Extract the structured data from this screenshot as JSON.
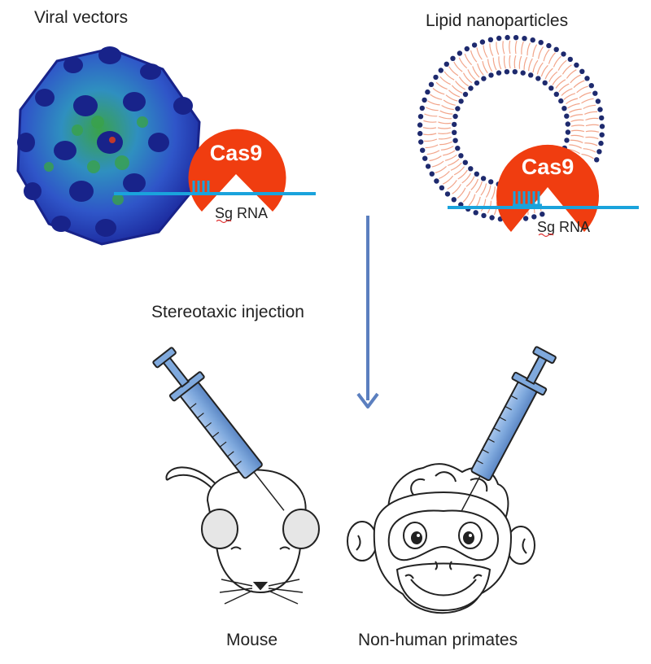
{
  "labels": {
    "viral_vectors": "Viral vectors",
    "lipid_nanoparticles": "Lipid nanoparticles",
    "cas9": "Cas9",
    "sg_rna": "Sg RNA",
    "injection": "Stereotaxic injection",
    "mouse": "Mouse",
    "primates": "Non-human primates"
  },
  "colors": {
    "cas9": "#f03d10",
    "rna_line": "#1aa3dc",
    "arrow": "#5b7fbf",
    "virus_dark": "#1c2a9e",
    "virus_mid": "#2f6fd0",
    "virus_green": "#3aa24a",
    "lipid_head": "#1e2a6e",
    "lipid_tail": "#f2a58a",
    "syringe": "#7fa9dd",
    "outline": "#222222"
  }
}
